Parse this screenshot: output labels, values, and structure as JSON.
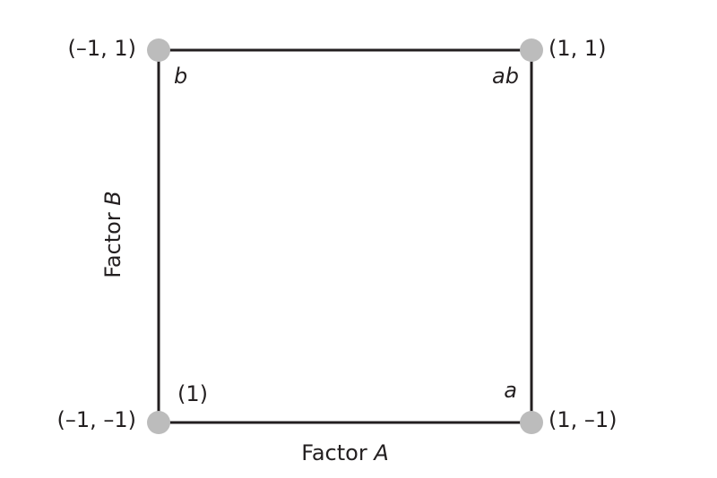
{
  "diagram": {
    "axis_a": {
      "prefix": "Factor ",
      "letter": "A"
    },
    "axis_b": {
      "prefix": "Factor ",
      "letter": "B"
    },
    "corners": {
      "top_left": {
        "coord": "(–1, 1)",
        "treatment": "b"
      },
      "top_right": {
        "coord": "(1, 1)",
        "treatment": "ab"
      },
      "bottom_left": {
        "coord": "(–1, –1)",
        "treatment": "(1)"
      },
      "bottom_right": {
        "coord": "(1, –1)",
        "treatment": "a"
      }
    },
    "colors": {
      "line": "#231f20",
      "node": "#bcbcbc",
      "text": "#231f20"
    }
  }
}
